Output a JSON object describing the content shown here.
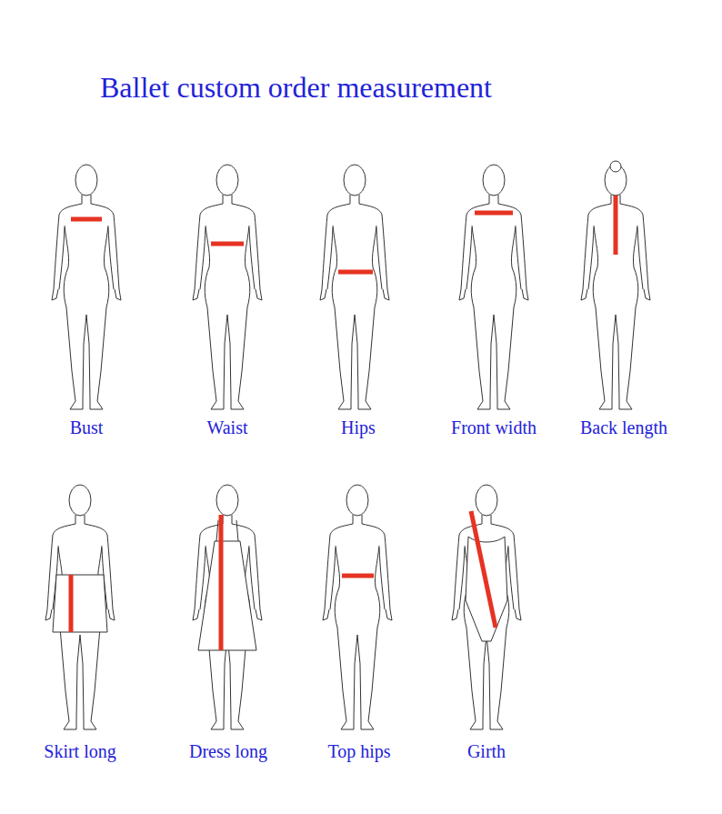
{
  "diagram": {
    "title": "Ballet custom order measurement",
    "labels": [
      "Bust",
      "Waist",
      "Hips",
      "Front width",
      "Back length",
      "Skirt long",
      "Dress long",
      "Top hips",
      "Girth"
    ]
  }
}
